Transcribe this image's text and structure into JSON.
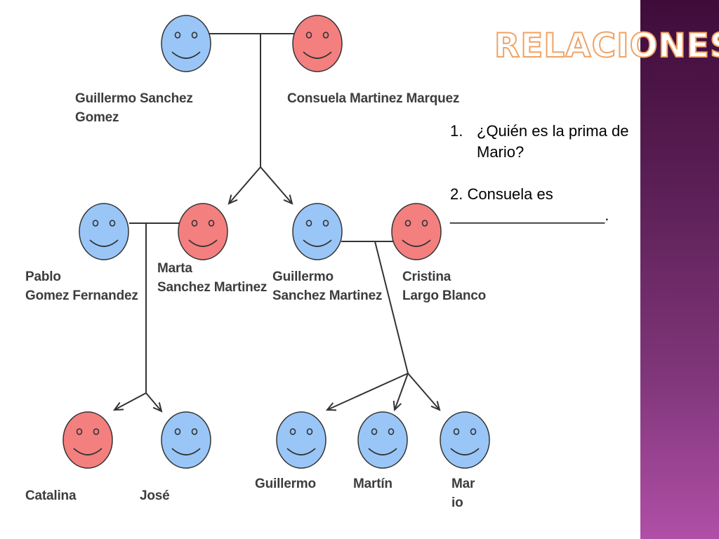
{
  "title": "RELACIONES",
  "colors": {
    "male": "#99c6f7",
    "female": "#f47f7f",
    "stroke": "#333333",
    "sidebar": "#5b1f55",
    "title_outline": "#f0a264"
  },
  "people": [
    {
      "id": "guillermo-sanchez-gomez",
      "name": "Guillermo Sanchez\nGomez",
      "gender": "male"
    },
    {
      "id": "consuela-martinez-marquez",
      "name": "Consuela Martinez Marquez",
      "gender": "female"
    },
    {
      "id": "pablo-gomez-fernandez",
      "name": "Pablo\nGomez Fernandez",
      "gender": "male"
    },
    {
      "id": "marta-sanchez-martinez",
      "name": "Marta\nSanchez Martinez",
      "gender": "female"
    },
    {
      "id": "guillermo-sanchez-martinez",
      "name": "Guillermo\nSanchez Martinez",
      "gender": "male"
    },
    {
      "id": "cristina-largo-blanco",
      "name": "Cristina\nLargo Blanco",
      "gender": "female"
    },
    {
      "id": "catalina",
      "name": "Catalina",
      "gender": "female"
    },
    {
      "id": "jose",
      "name": "José",
      "gender": "male"
    },
    {
      "id": "guillermo",
      "name": "Guillermo",
      "gender": "male"
    },
    {
      "id": "martin",
      "name": "Martín",
      "gender": "male"
    },
    {
      "id": "mario",
      "name": "Mar\nio",
      "gender": "male"
    }
  ],
  "questions": [
    {
      "number": "1.",
      "text": "¿Quién es la prima de Mario?"
    },
    {
      "text": "2. Consuela es",
      "blank": "__________________."
    }
  ]
}
